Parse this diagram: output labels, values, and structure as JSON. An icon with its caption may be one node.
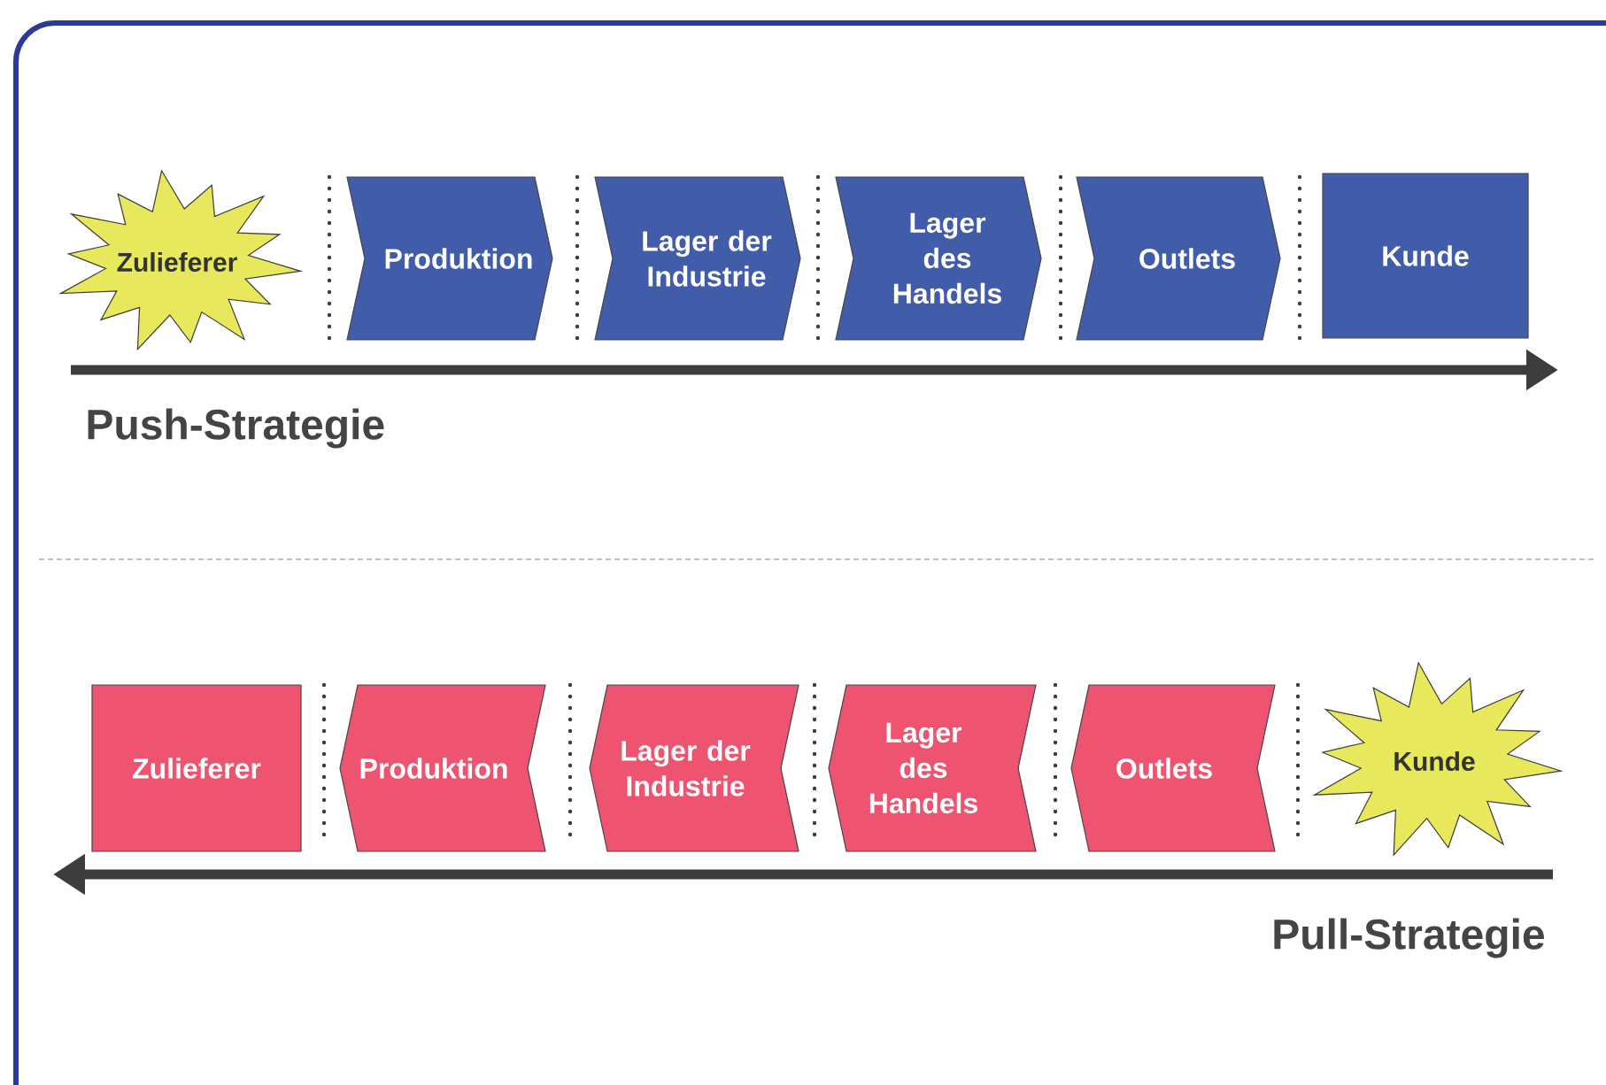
{
  "diagram": {
    "nodes": [
      {
        "text": [
          "Zulieferer"
        ]
      },
      {
        "text": [
          "Produktion"
        ]
      },
      {
        "text": [
          "Lager der Industrie"
        ]
      },
      {
        "text": [
          "Lager des Handels"
        ]
      },
      {
        "text": [
          "Outlets"
        ]
      },
      {
        "text": [
          "Kunde"
        ]
      },
      {
        "text": [
          "Zulieferer"
        ]
      },
      {
        "text": [
          "Produktion"
        ]
      },
      {
        "text": [
          "Lager der Industrie"
        ]
      },
      {
        "text": [
          "Lager des Handels"
        ]
      },
      {
        "text": [
          "Outlets"
        ]
      },
      {
        "text": [
          "Kunde"
        ]
      }
    ],
    "labels": [
      "Push-Strategie",
      "Pull-Strategie"
    ]
  }
}
